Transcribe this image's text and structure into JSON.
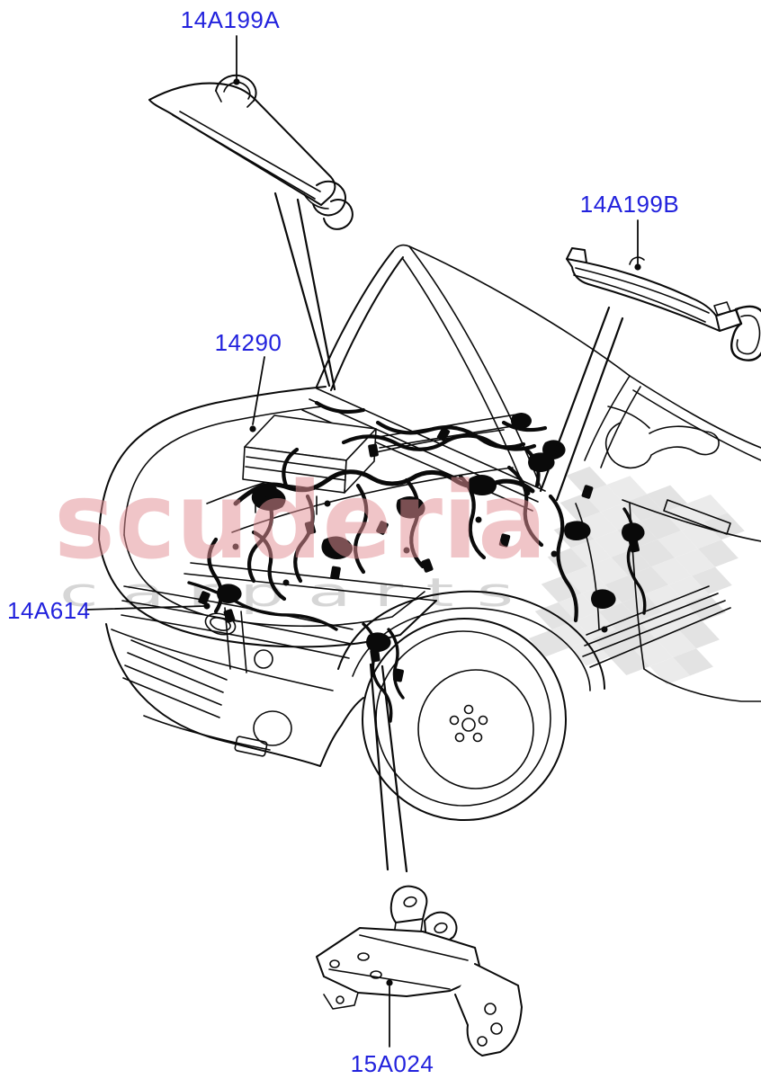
{
  "diagram": {
    "callouts": [
      {
        "code": "14A199A"
      },
      {
        "code": "14A199B"
      },
      {
        "code": "14290"
      },
      {
        "code": "14A614"
      },
      {
        "code": "15A024"
      }
    ]
  },
  "watermark": {
    "brand": "scuderia",
    "tagline": "c a r p a r t s"
  },
  "colors": {
    "background": "#ffffff",
    "line_art": "#0a0a0a",
    "callout_text": "#2222dd",
    "watermark_brand": "#e28f96",
    "watermark_tagline": "#d6d6d6",
    "checker_light": "#e3e3e3",
    "checker_alt": "#ebebeb"
  }
}
